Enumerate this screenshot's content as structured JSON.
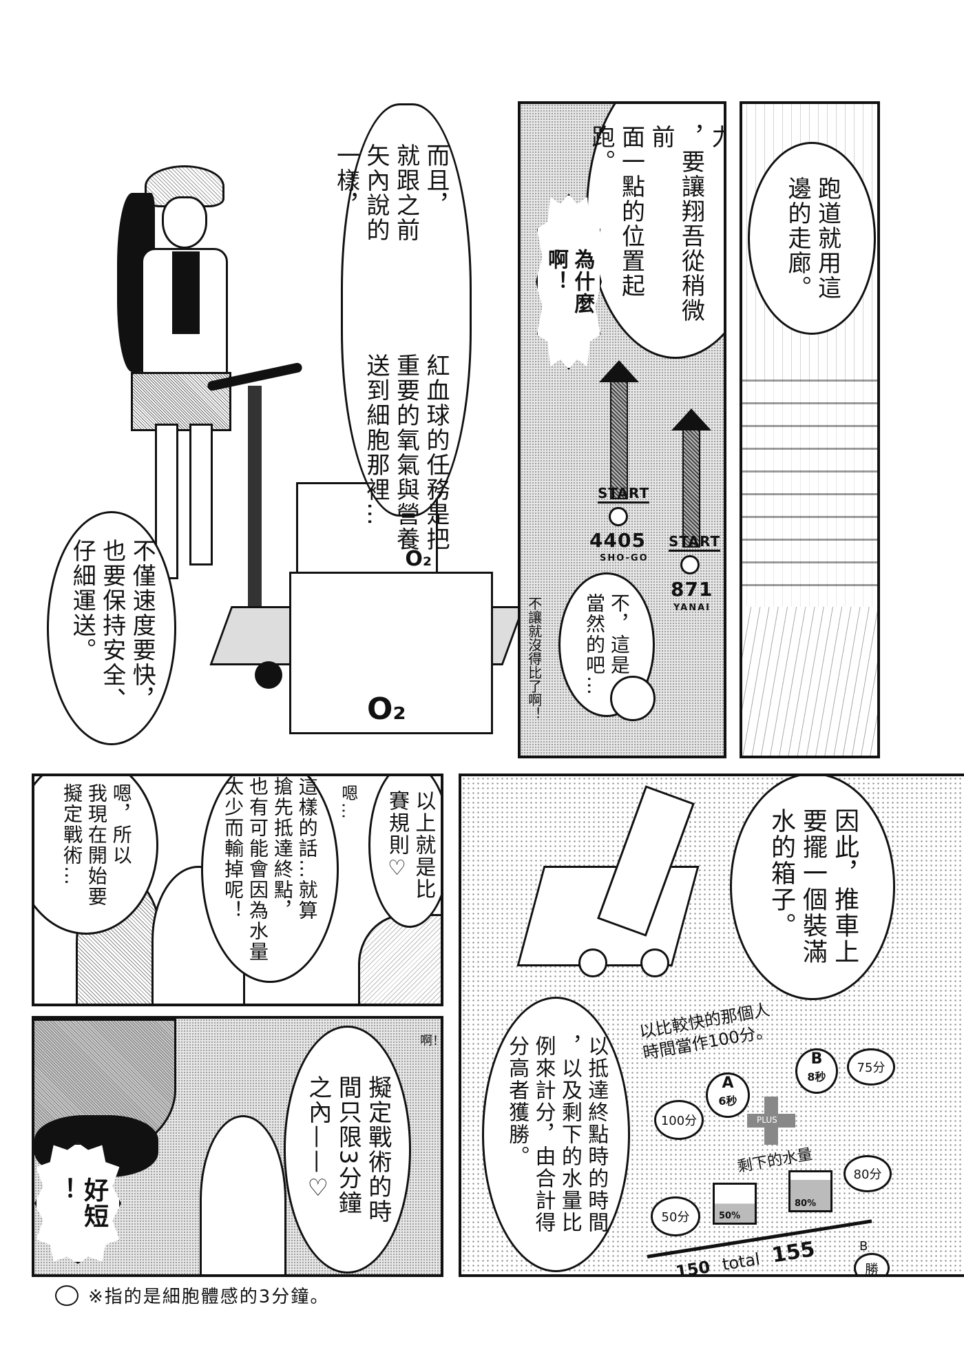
{
  "panel1": {
    "bubble_intro": "而且，\n就跟之前\n矢內說的\n一樣，",
    "bubble_task": "紅血球的任務是把\n重要的氧氣與營養\n送到細胞那裡…",
    "bubble_safety": "不僅速度要快，\n也要保持安全、\n仔細運送。",
    "box_label": "O₂"
  },
  "panel2": {
    "bubble_handicap": "為了平衡雙方的實力\n，要讓翔吾從稍微前\n面一點的位置起跑。",
    "burst_why": "為什麼\n啊！",
    "start_label": "START",
    "shogo_number": "4405",
    "shogo_name": "SHO-GO",
    "yanai_number": "871",
    "yanai_name": "YANAI",
    "bubble_of_course": "不，這是\n當然的吧…",
    "side_note": "不讓就沒得比了啊！"
  },
  "panel3": {
    "bubble_corridor": "跑道就用這\n邊的走廊。"
  },
  "panel4": {
    "bubble_rules": "以上就是比\n賽規則♡",
    "hmm": "嗯…",
    "bubble_risk": "這樣的話…就算\n搶先抵達終點，\n也有可能會因為水量\n太少而輸掉呢！",
    "bubble_strategy": "嗯，所以\n我現在開始要\n擬定戰術…"
  },
  "panel5": {
    "sfx": "啊！",
    "bubble_time_limit": "擬定戰術的時\n間只限3分鐘\n之內——♡",
    "burst_short": "好短\n！"
  },
  "panel6": {
    "bubble_water": "因此，推車上\n要擺一個裝滿\n水的箱子。",
    "bubble_scoring": "以抵達終點時的時間\n，以及剩下的水量比\n例來計分，由合計得\n分高者獲勝。",
    "diagram": {
      "caption_line1": "以比較快的那個人",
      "caption_line2": "時間當作100分。",
      "a_label": "A",
      "a_time": "6秒",
      "a_points": "100分",
      "b_label": "B",
      "b_time": "8秒",
      "b_points": "75分",
      "plus": "PLUS",
      "water_caption": "剩下的水量",
      "a_water_pct": "50%",
      "a_water_points": "50分",
      "b_water_pct": "80%",
      "b_water_points": "80分",
      "a_total": "150",
      "total_label": "total",
      "b_total": "155",
      "winner_label": "B",
      "win": "勝"
    }
  },
  "footnote": "※指的是細胞體感的3分鐘。"
}
